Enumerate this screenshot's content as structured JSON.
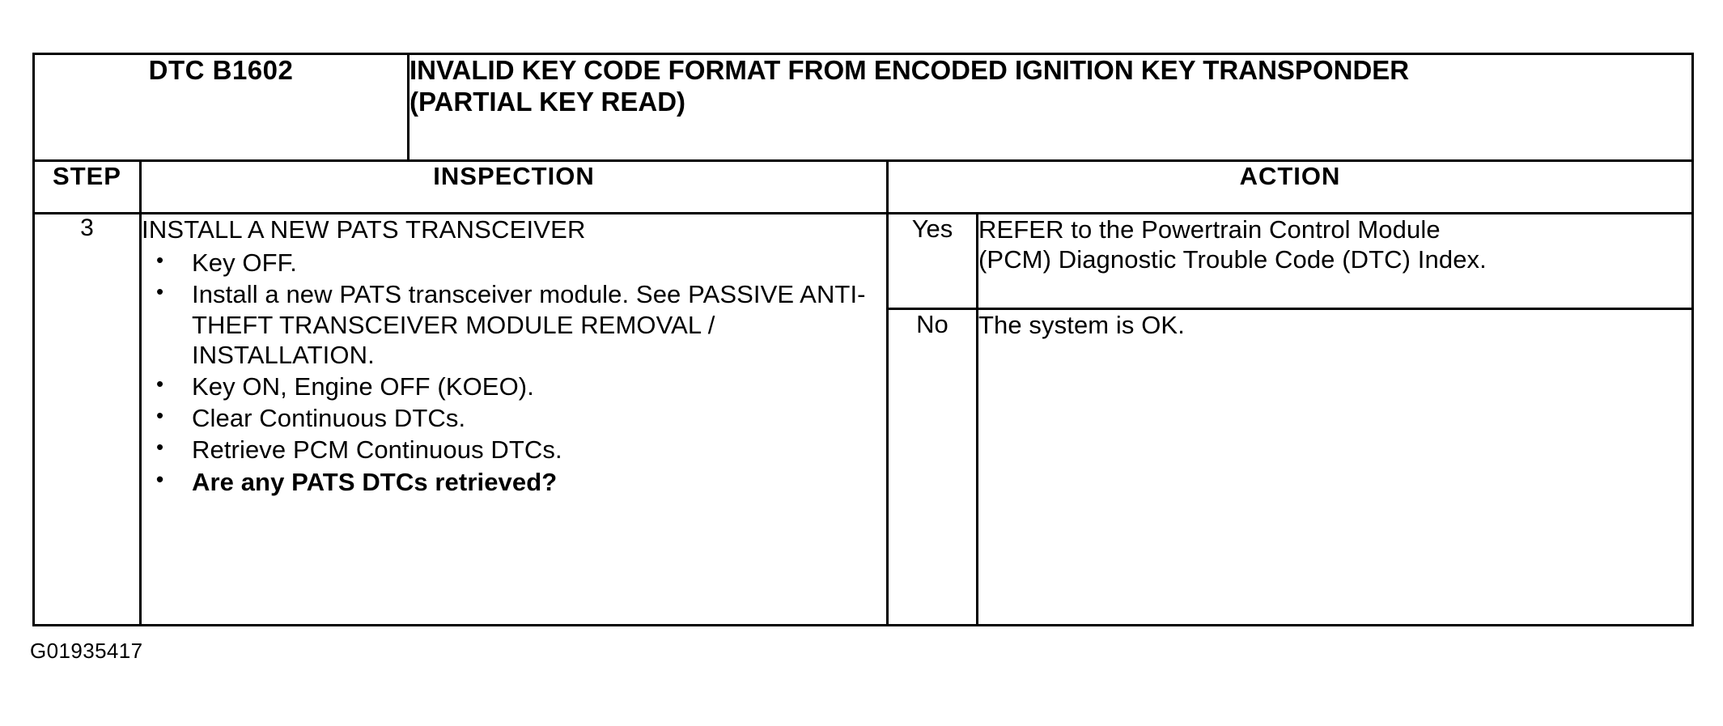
{
  "document": {
    "type": "diagnostic-procedure-table",
    "figure_caption": "G01935417"
  },
  "header": {
    "dtc_code": "DTC B1602",
    "dtc_title": "INVALID KEY CODE FORMAT FROM ENCODED IGNITION KEY TRANSPONDER\n(PARTIAL KEY READ)"
  },
  "columns": {
    "step": "STEP",
    "inspection": "INSPECTION",
    "action": "ACTION"
  },
  "row": {
    "step_number": "3",
    "inspection": {
      "heading": "INSTALL A NEW PATS TRANSCEIVER",
      "bullet_glyph": "•",
      "items": [
        {
          "text": "Key OFF.",
          "bold": false
        },
        {
          "text": "Install a new PATS transceiver module. See PASSIVE ANTI-THEFT TRANSCEIVER MODULE REMOVAL / INSTALLATION.",
          "bold": false
        },
        {
          "text": "Key ON, Engine OFF (KOEO).",
          "bold": false
        },
        {
          "text": "Clear Continuous DTCs.",
          "bold": false
        },
        {
          "text": "Retrieve PCM Continuous DTCs.",
          "bold": false
        },
        {
          "text": "Are any PATS DTCs retrieved?",
          "bold": true
        }
      ]
    },
    "outcomes": [
      {
        "label": "Yes",
        "action": "REFER to the Powertrain Control Module\n(PCM) Diagnostic Trouble Code (DTC) Index."
      },
      {
        "label": "No",
        "action": "The system is OK."
      }
    ]
  }
}
